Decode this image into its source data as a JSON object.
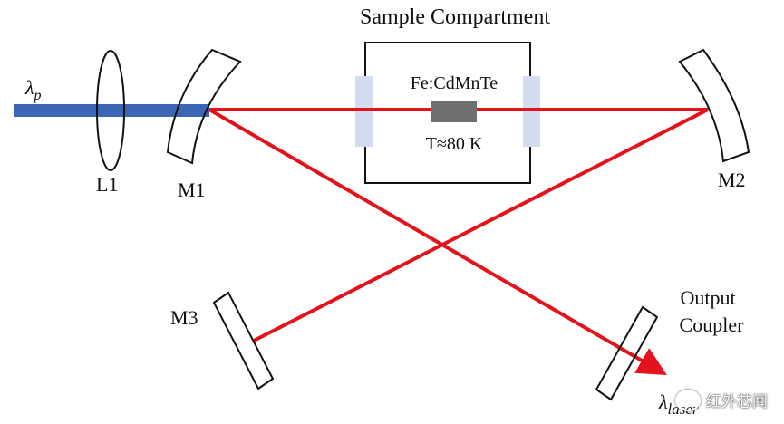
{
  "title": "Sample Compartment",
  "labels": {
    "pump": "λp",
    "pump_symbol": "λ",
    "pump_sub": "p",
    "lens": "L1",
    "m1": "M1",
    "m2": "M2",
    "m3": "M3",
    "sample": "Fe:CdMnTe",
    "temperature": "T≈80 K",
    "output_coupler_line1": "Output",
    "output_coupler_line2": "Coupler",
    "laser": "λlaser",
    "laser_symbol": "λ",
    "laser_sub": "laser"
  },
  "watermark": "红外芯闻",
  "colors": {
    "pump_beam": "#3b66b5",
    "laser_beam": "#e3131b",
    "window": "#d4dcf0",
    "sample": "#707070",
    "outline": "#111111"
  }
}
